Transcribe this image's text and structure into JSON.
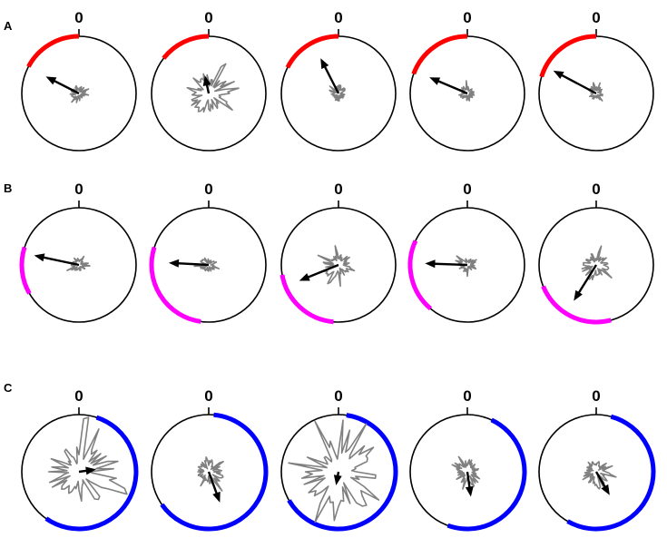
{
  "zero_label": "0",
  "colors": {
    "circle": "#000000",
    "rose": "#808080",
    "vector": "#000000"
  },
  "rows": [
    {
      "label": "A",
      "arc_color": "#ff0000",
      "plots": [
        {
          "arc_start_deg": 0,
          "arc_end_deg": -62,
          "vector_deg": -63,
          "vector_len": 0.63,
          "rose": "small"
        },
        {
          "arc_start_deg": 0,
          "arc_end_deg": -52,
          "vector_deg": -12,
          "vector_len": 0.3,
          "rose": "spiky"
        },
        {
          "arc_start_deg": 0,
          "arc_end_deg": -63,
          "vector_deg": -27,
          "vector_len": 0.67,
          "rose": "small"
        },
        {
          "arc_start_deg": 0,
          "arc_end_deg": -70,
          "vector_deg": -67,
          "vector_len": 0.7,
          "rose": "small"
        },
        {
          "arc_start_deg": 0,
          "arc_end_deg": -73,
          "vector_deg": -62,
          "vector_len": 0.83,
          "rose": "small"
        }
      ]
    },
    {
      "label": "B",
      "arc_color": "#ff00ff",
      "plots": [
        {
          "arc_start_deg": -72,
          "arc_end_deg": -120,
          "vector_deg": -78,
          "vector_len": 0.78,
          "rose": "small"
        },
        {
          "arc_start_deg": -72,
          "arc_end_deg": -172,
          "vector_deg": -87,
          "vector_len": 0.68,
          "rose": "small"
        },
        {
          "arc_start_deg": -100,
          "arc_end_deg": -175,
          "vector_deg": -112,
          "vector_len": 0.72,
          "rose": "medium"
        },
        {
          "arc_start_deg": -65,
          "arc_end_deg": -140,
          "vector_deg": -88,
          "vector_len": 0.72,
          "rose": "small"
        },
        {
          "arc_start_deg": -112,
          "arc_end_deg": -195,
          "vector_deg": -148,
          "vector_len": 0.72,
          "rose": "medium"
        }
      ]
    },
    {
      "label": "C",
      "arc_color": "#0000ff",
      "plots": [
        {
          "arc_start_deg": 18,
          "arc_end_deg": 215,
          "vector_deg": 82,
          "vector_len": 0.28,
          "rose": "big"
        },
        {
          "arc_start_deg": 5,
          "arc_end_deg": 235,
          "vector_deg": 160,
          "vector_len": 0.55,
          "rose": "medium"
        },
        {
          "arc_start_deg": 8,
          "arc_end_deg": 240,
          "vector_deg": -170,
          "vector_len": 0.22,
          "rose": "huge"
        },
        {
          "arc_start_deg": 25,
          "arc_end_deg": 200,
          "vector_deg": 172,
          "vector_len": 0.42,
          "rose": "medium"
        },
        {
          "arc_start_deg": 15,
          "arc_end_deg": 210,
          "vector_deg": 150,
          "vector_len": 0.45,
          "rose": "medium"
        }
      ]
    }
  ]
}
